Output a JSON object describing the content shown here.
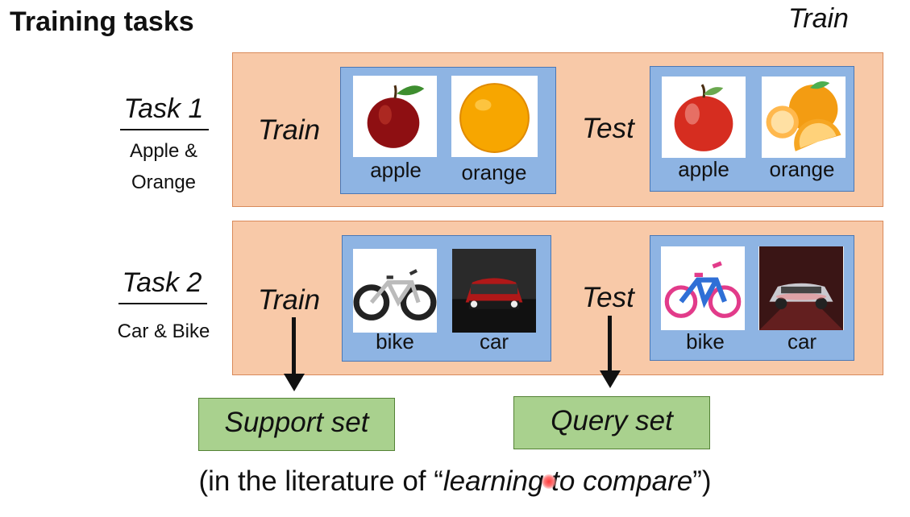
{
  "title": "Training tasks",
  "top_right_label": "Train",
  "tasks": [
    {
      "name": "Task 1",
      "description_line1": "Apple &",
      "description_line2": "Orange",
      "train": {
        "label": "Train",
        "items": [
          {
            "label": "apple",
            "icon": "apple-image"
          },
          {
            "label": "orange",
            "icon": "orange-image"
          }
        ]
      },
      "test": {
        "label": "Test",
        "items": [
          {
            "label": "apple",
            "icon": "apple-image"
          },
          {
            "label": "orange",
            "icon": "orange-slices-image"
          }
        ]
      }
    },
    {
      "name": "Task 2",
      "description_line1": "Car & Bike",
      "train": {
        "label": "Train",
        "items": [
          {
            "label": "bike",
            "icon": "bike-image"
          },
          {
            "label": "car",
            "icon": "car-image"
          }
        ]
      },
      "test": {
        "label": "Test",
        "items": [
          {
            "label": "bike",
            "icon": "kids-bike-image"
          },
          {
            "label": "car",
            "icon": "car-image"
          }
        ]
      }
    }
  ],
  "support_set_label": "Support set",
  "query_set_label": "Query set",
  "caption": {
    "prefix": "(in the literature of “",
    "emphasis": "learning to compare",
    "suffix": "”)"
  },
  "colors": {
    "task_band": "#f8c9a8",
    "image_panel": "#8eb4e3",
    "set_box": "#a9d18e"
  }
}
